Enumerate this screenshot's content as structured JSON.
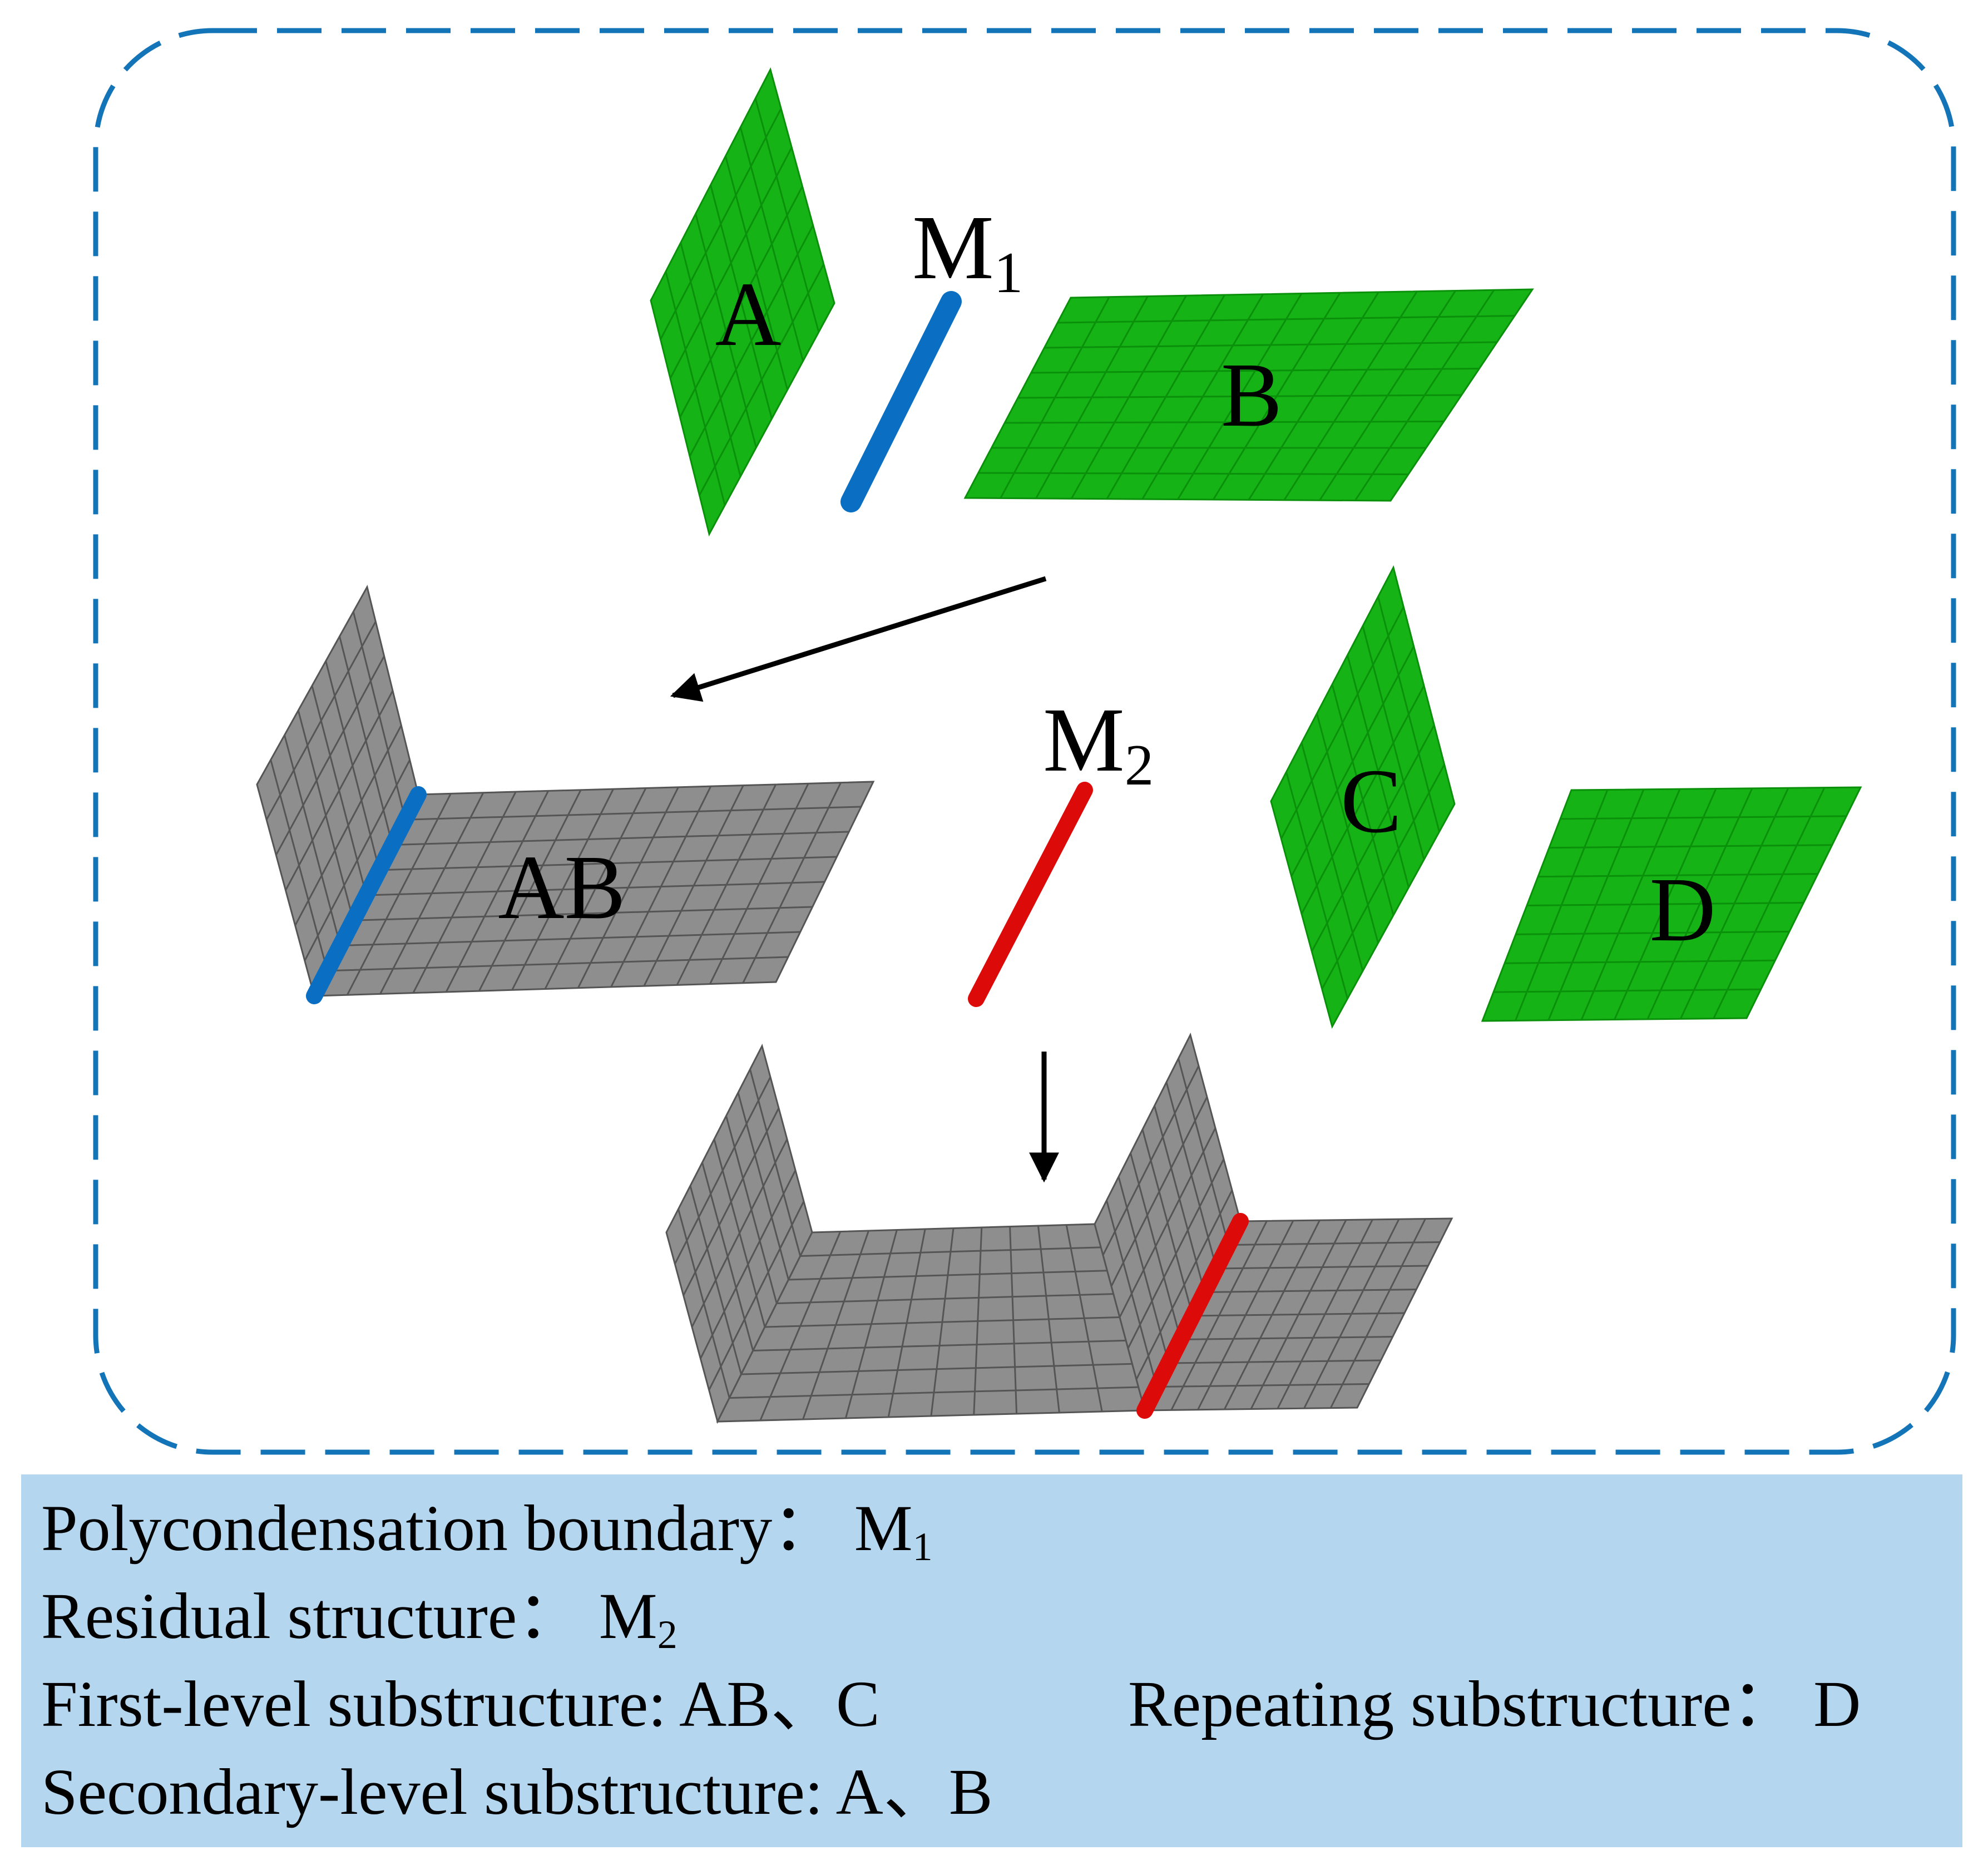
{
  "panels": {
    "A": "A",
    "B": "B",
    "C": "C",
    "D": "D",
    "AB": "AB"
  },
  "boundaries": {
    "m1_main": "M",
    "m1_sub": "1",
    "m2_main": "M",
    "m2_sub": "2"
  },
  "colors": {
    "panel_green": "#15b315",
    "panel_green_dark": "#0a900a",
    "assembled_grey": "#8e8e8e",
    "m1_line": "#0a6fc2",
    "m2_line": "#dd0a0a",
    "dashed_border": "#1474b8",
    "legend_bg": "#b5d6ef"
  },
  "legend": {
    "line1_text": "Polycondensation boundary： M",
    "line1_sub": "1",
    "line2_text": "Residual structure： M",
    "line2_sub": "2",
    "line3_text": "First-level substructure: AB、C",
    "line3_right": "Repeating substructure： D",
    "line4_text": "Secondary-level substructure: A、B"
  }
}
